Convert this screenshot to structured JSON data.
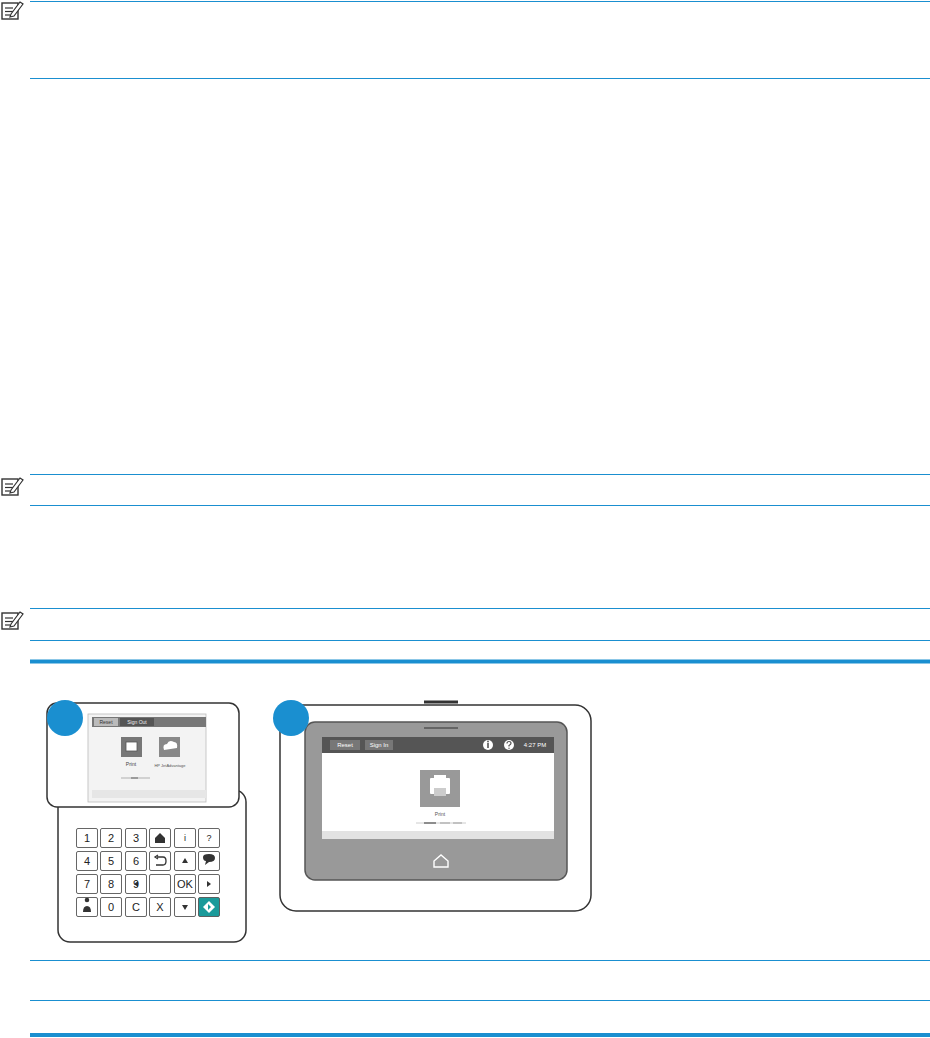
{
  "diagram": {
    "labels": [
      "Reset",
      "Sign Out",
      "Print",
      "HP JetAdvantage",
      "1",
      "2",
      "3",
      "i",
      "?",
      "4",
      "5",
      "6",
      "7",
      "8",
      "9",
      "OK",
      "0",
      "C",
      "X",
      "Reset",
      "Sign In",
      "4:27 PM",
      "Print"
    ]
  }
}
